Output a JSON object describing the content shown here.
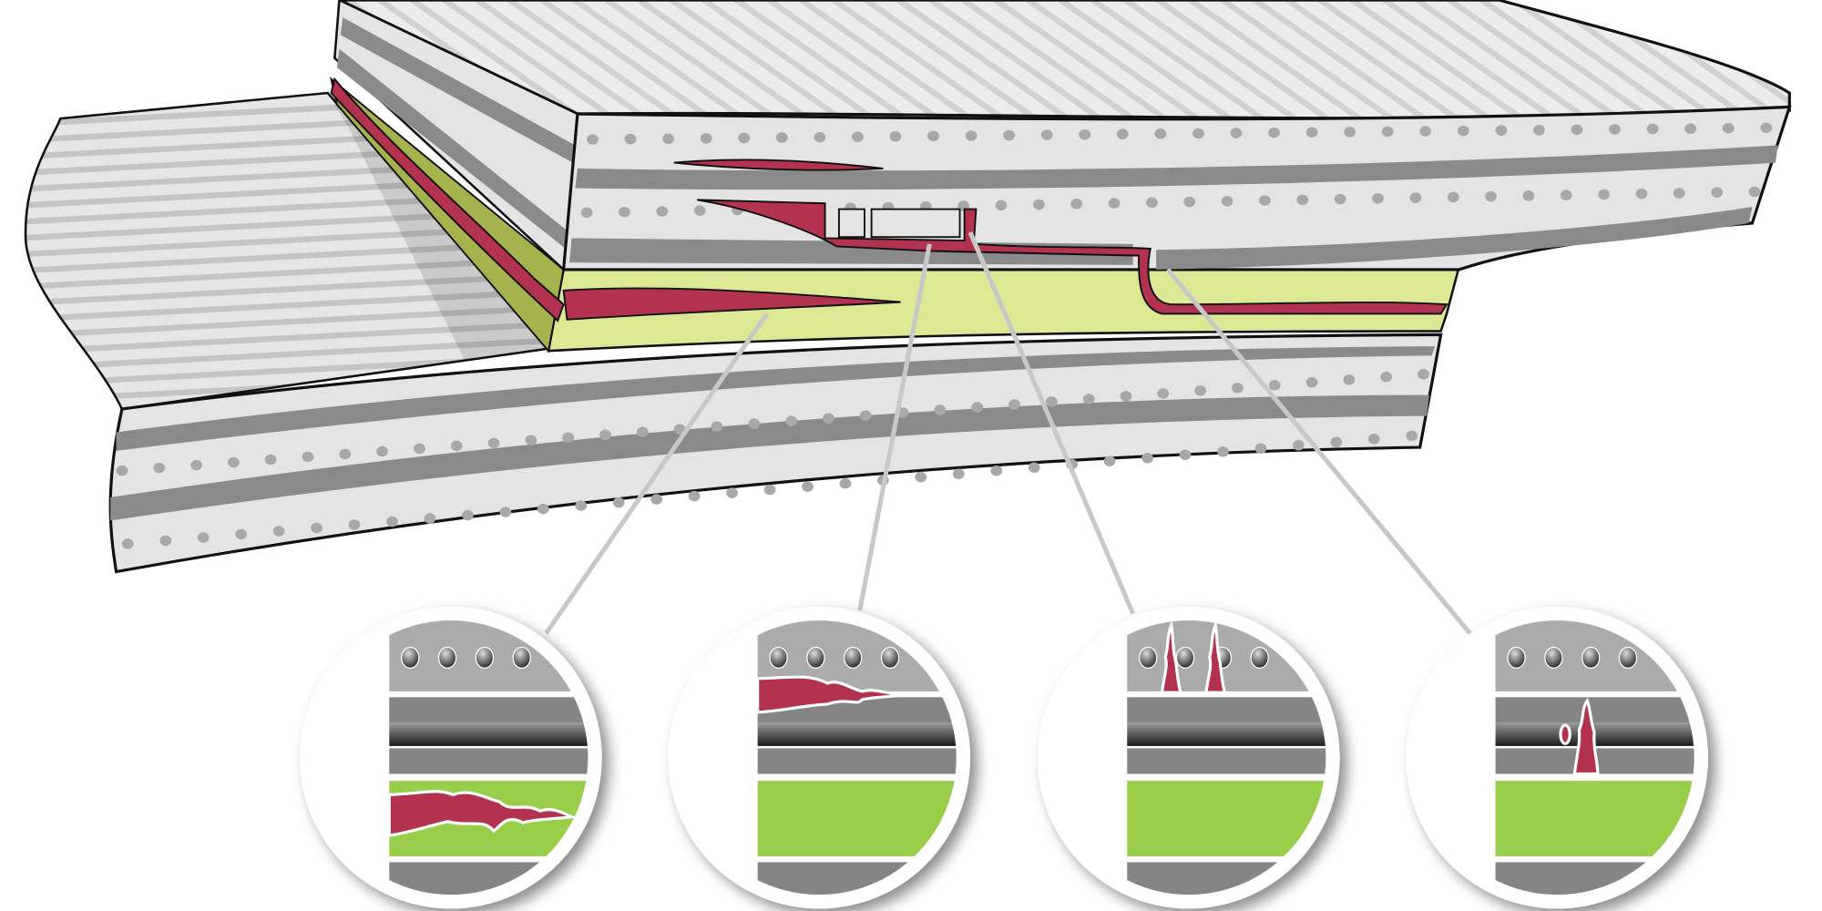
{
  "colors": {
    "ply_light": "#e4e4e4",
    "ply_dark": "#8a8a8a",
    "adhesive": "#dde894",
    "adhesive_detail": "#9acd4a",
    "damage": "#b3334f",
    "outline": "#111111",
    "leader": "#c8c8c8"
  },
  "details": [
    {
      "type": "adhesive-disbond"
    },
    {
      "type": "ply-delamination"
    },
    {
      "type": "matrix-cracks"
    },
    {
      "type": "fiber-break"
    }
  ]
}
